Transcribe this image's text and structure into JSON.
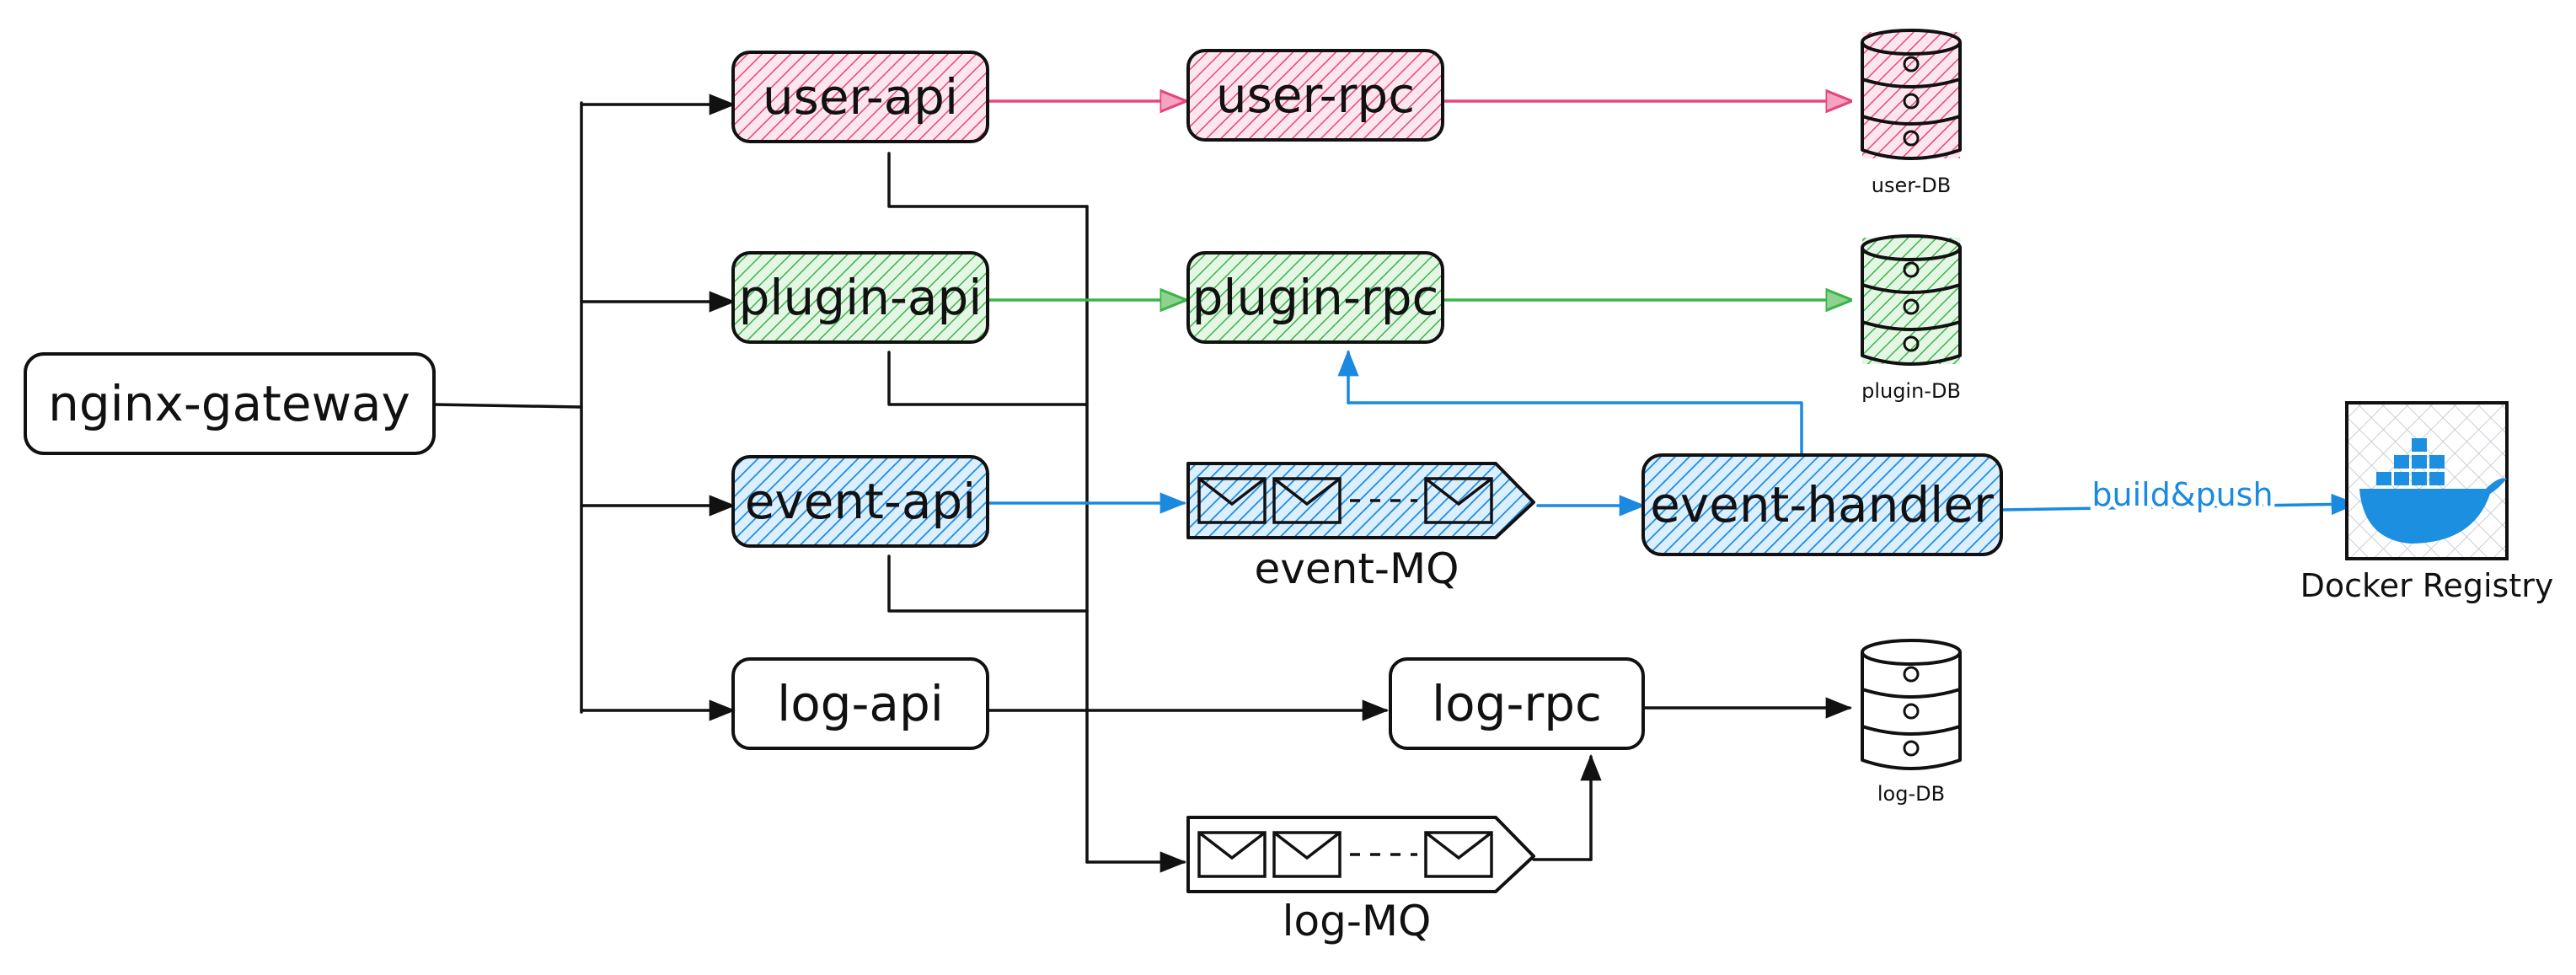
{
  "colors": {
    "pink": "#e8457f",
    "pink_fill": "#f4a3c0",
    "green": "#3bb54a",
    "green_fill": "#8fd28f",
    "blue": "#1a8ae0",
    "blue_fill": "#3d9ee6",
    "black": "#111111",
    "docker_blue": "#1d8fe0"
  },
  "nodes": {
    "nginx_gateway": "nginx-gateway",
    "user_api": "user-api",
    "plugin_api": "plugin-api",
    "event_api": "event-api",
    "log_api": "log-api",
    "user_rpc": "user-rpc",
    "plugin_rpc": "plugin-rpc",
    "log_rpc": "log-rpc",
    "event_handler": "event-handler",
    "event_mq": "event-MQ",
    "log_mq": "log-MQ",
    "user_db": "user-DB",
    "plugin_db": "plugin-DB",
    "log_db": "log-DB",
    "docker_registry": "Docker Registry"
  },
  "edge_labels": {
    "build_push": "build&push"
  },
  "icons": {
    "database": "database-icon",
    "envelope": "envelope-icon",
    "docker": "docker-whale-icon"
  }
}
